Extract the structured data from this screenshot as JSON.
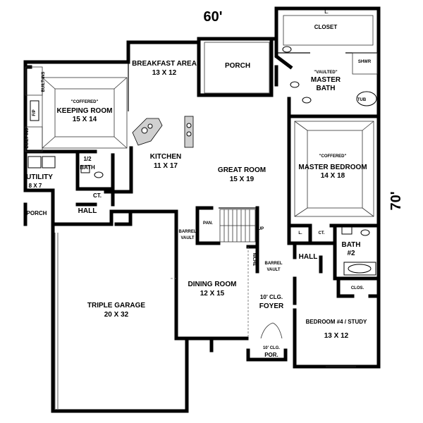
{
  "dimensions": {
    "width": "60'",
    "depth": "70'"
  },
  "rooms": {
    "breakfast": {
      "name": "BREAKFAST AREA",
      "size": "13 X 12"
    },
    "porch_rear": {
      "name": "PORCH"
    },
    "closet": {
      "name": "CLOSET",
      "marker": "L."
    },
    "shwr": {
      "name": "SHWR"
    },
    "tub_master": {
      "name": "TUB"
    },
    "master_bath": {
      "note": "\"VAULTED\"",
      "name1": "MASTER",
      "name2": "BATH"
    },
    "keeping": {
      "note": "\"COFFERED\"",
      "name": "KEEPING ROOM",
      "size": "15 X 14"
    },
    "built_ins_1": {
      "name": "BUILT-INS"
    },
    "built_ins_2": {
      "name": "BUILT-INS"
    },
    "fp": {
      "name": "F/P"
    },
    "kitchen": {
      "name": "KITCHEN",
      "size": "11 X 17"
    },
    "half_bath": {
      "name1": "1/2",
      "name2": "BATH"
    },
    "utility": {
      "name": "UTILITY",
      "size": "8 X 7"
    },
    "ct_left": {
      "name": "CT."
    },
    "hall_left": {
      "name": "HALL"
    },
    "porch_left": {
      "name": "PORCH"
    },
    "great": {
      "name": "GREAT ROOM",
      "size": "15 X 19"
    },
    "master_bed": {
      "note": "\"COFFERED\"",
      "name": "MASTER BEDROOM",
      "size": "14 X 18"
    },
    "pan": {
      "name": "PAN."
    },
    "up": {
      "name": "UP"
    },
    "barrel_left": {
      "name1": "BARREL",
      "name2": "VAULT"
    },
    "l_right": {
      "name": "L."
    },
    "ct_right": {
      "name": "CT."
    },
    "bath2": {
      "name1": "BATH",
      "name2": "#2"
    },
    "hall_right": {
      "name": "HALL"
    },
    "niche": {
      "name": "NICHE"
    },
    "barrel_right": {
      "name1": "BARREL",
      "name2": "VAULT"
    },
    "clos": {
      "name": "CLOS."
    },
    "dining": {
      "name": "DINING ROOM",
      "size": "12 X 15"
    },
    "foyer": {
      "note": "10' CLG.",
      "name": "FOYER"
    },
    "garage": {
      "name": "TRIPLE GARAGE",
      "size": "20 X 32"
    },
    "bedroom4": {
      "name": "BEDROOM #4 / STUDY",
      "size": "13 X 12"
    },
    "front_porch": {
      "note": "10' CLG.",
      "name": "POR."
    }
  }
}
